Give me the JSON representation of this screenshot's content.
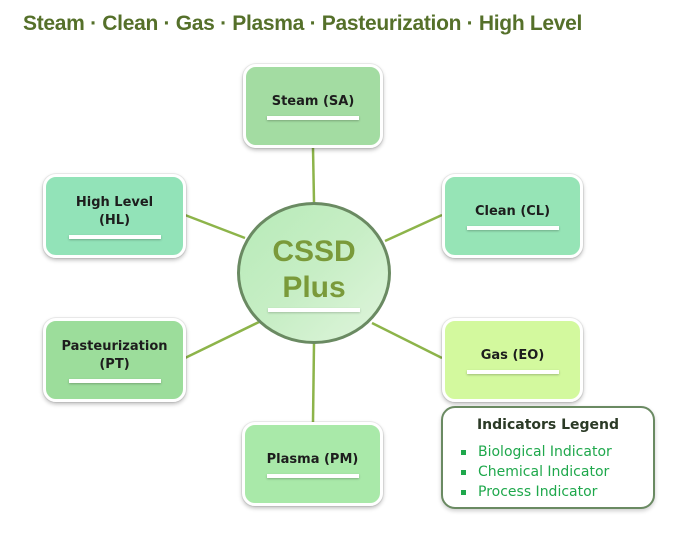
{
  "title": "Steam · Clean · Gas · Plasma · Pasteurization · High Level",
  "hub": {
    "line1": "CSSD",
    "line2": "Plus"
  },
  "nodes": {
    "steam": {
      "label": "Steam (SA)",
      "color": "#a3dca2"
    },
    "clean": {
      "label": "Clean (CL)",
      "color": "#96e4b6"
    },
    "gas": {
      "label": "Gas (EO)",
      "color": "#d3f99e"
    },
    "plasma": {
      "label": "Plasma (PM)",
      "color": "#a9e9a9"
    },
    "pasteurization": {
      "line1": "Pasteurization",
      "line2": "(PT)",
      "color": "#9cdd9b"
    },
    "high_level": {
      "line1": "High Level",
      "line2": "(HL)",
      "color": "#92e3b8"
    }
  },
  "legend": {
    "title": "Indicators Legend",
    "items": [
      "Biological Indicator",
      "Chemical Indicator",
      "Process Indicator"
    ]
  },
  "colors": {
    "title": "#55702a",
    "link": "#8db44a",
    "hub_border": "#6a8a62",
    "hub_text": "#7a9a3a",
    "legend_text": "#1fa84c"
  }
}
